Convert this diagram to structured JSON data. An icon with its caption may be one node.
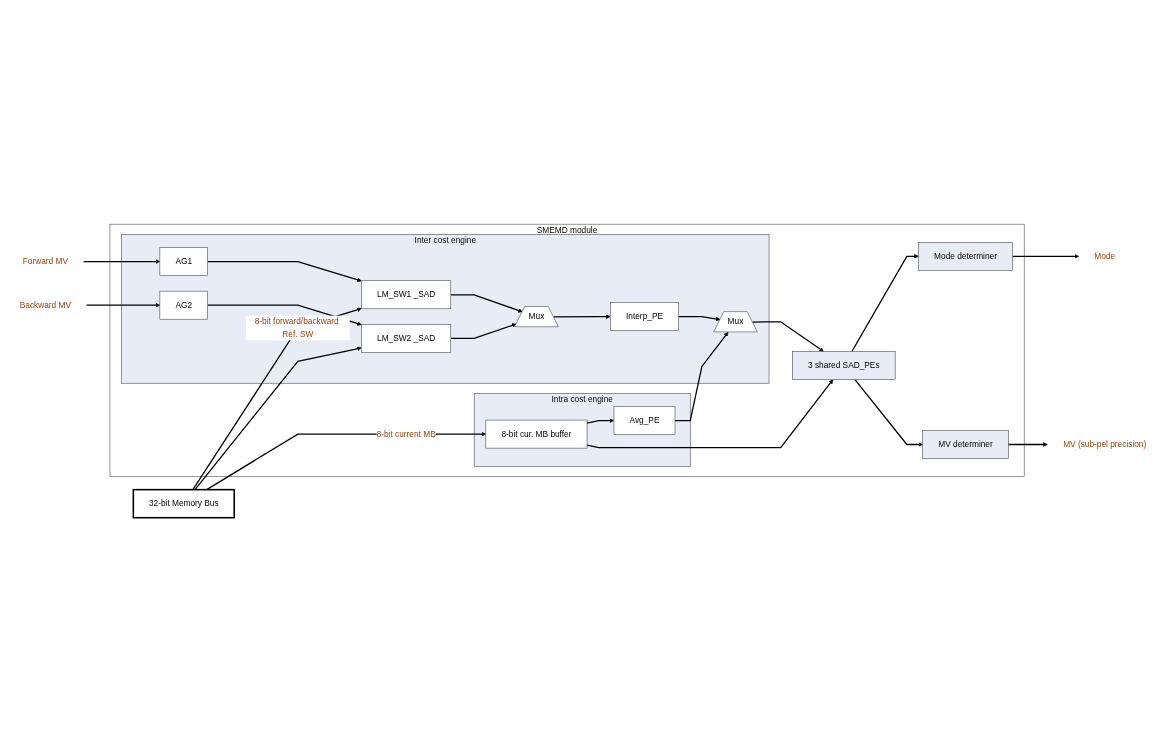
{
  "diagram": {
    "nodes": [
      {
        "text": [
          "32-bit Memory Bus"
        ]
      },
      {
        "text": [
          "SMEMD module"
        ]
      },
      {
        "text": [
          "Intra cost engine"
        ],
        "in": 1
      },
      {
        "text": [
          "8-bit cur. MB buffer"
        ],
        "in": 2
      },
      {
        "text": [
          "Avg_PE"
        ],
        "in": 2
      },
      {
        "text": [
          "3 shared SAD_PEs"
        ],
        "in": 1
      },
      {
        "text": [
          "Mode determiner"
        ],
        "in": 1
      },
      {
        "text": [
          "MV determiner"
        ],
        "in": 1
      },
      {
        "text": [
          "Inter cost engine"
        ],
        "in": 1
      },
      {
        "text": [
          "AG1"
        ],
        "in": 8
      },
      {
        "text": [
          "LM_SW1 _SAD"
        ],
        "in": 8
      },
      {
        "text": [
          "AG2"
        ],
        "in": 8
      },
      {
        "text": [
          "LM_SW2 _SAD"
        ],
        "in": 8
      },
      {
        "text": [
          "Mux"
        ],
        "in": 8
      },
      {
        "text": [
          "Interp_PE"
        ],
        "in": 8
      },
      {
        "text": [
          "Mux"
        ],
        "in": 8
      },
      {
        "text": [
          "Forward MV"
        ]
      },
      {
        "text": [
          "Backward MV"
        ]
      },
      {
        "text": [
          "Mode"
        ]
      },
      {
        "text": [
          "MV (sub-pel precision)"
        ]
      }
    ],
    "edges": [
      {
        "from": 0,
        "to": 3,
        "arrow": "to",
        "label": "8-bit current MB"
      },
      {
        "from": 0,
        "to": 10,
        "arrow": "to",
        "label": "8-bit forward/backward Ref. SW"
      },
      {
        "from": 0,
        "to": 12,
        "arrow": "to"
      },
      {
        "from": 16,
        "to": 9,
        "arrow": "to"
      },
      {
        "from": 17,
        "to": 11,
        "arrow": "to"
      },
      {
        "from": 9,
        "to": 10,
        "arrow": "to"
      },
      {
        "from": 11,
        "to": 12,
        "arrow": "to"
      },
      {
        "from": 10,
        "to": 13,
        "arrow": "to"
      },
      {
        "from": 12,
        "to": 13,
        "arrow": "to"
      },
      {
        "from": 13,
        "to": 14,
        "arrow": "to"
      },
      {
        "from": 14,
        "to": 15,
        "arrow": "to"
      },
      {
        "from": 3,
        "to": 4,
        "arrow": "to"
      },
      {
        "from": 4,
        "to": 15,
        "arrow": "to"
      },
      {
        "from": 3,
        "to": 5,
        "arrow": "to"
      },
      {
        "from": 15,
        "to": 5,
        "arrow": "to"
      },
      {
        "from": 5,
        "to": 6,
        "arrow": "to"
      },
      {
        "from": 5,
        "to": 7,
        "arrow": "to"
      },
      {
        "from": 6,
        "to": 18,
        "arrow": "to"
      },
      {
        "from": 7,
        "to": 19,
        "arrow": "to"
      }
    ]
  }
}
